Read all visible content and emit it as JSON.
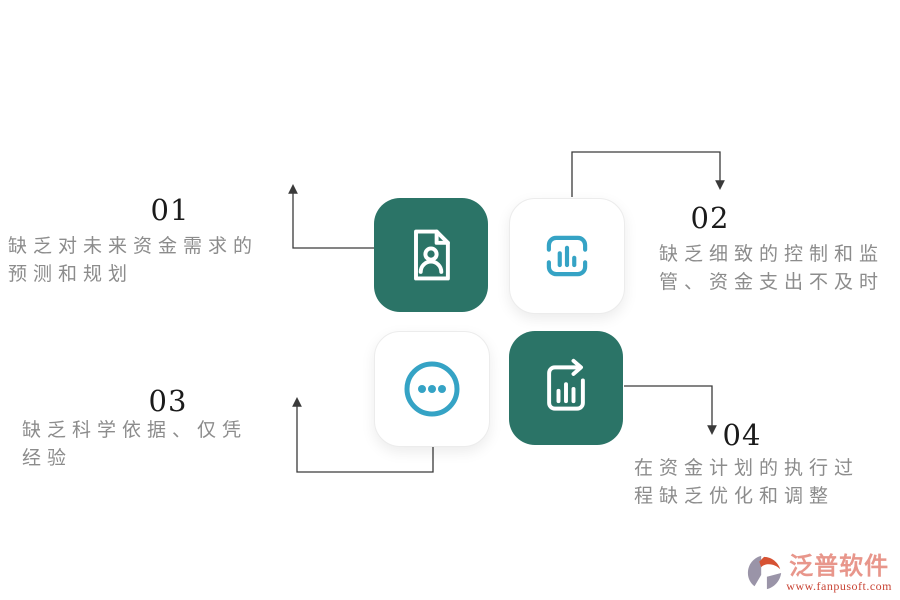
{
  "steps": [
    {
      "number": "01",
      "lines": [
        "缺乏对未来资金需求的",
        "预测和规划"
      ]
    },
    {
      "number": "02",
      "lines": [
        "缺乏细致的控制和监",
        "管、资金支出不及时"
      ]
    },
    {
      "number": "03",
      "lines": [
        "缺乏科学依据、仅凭",
        "经验"
      ]
    },
    {
      "number": "04",
      "lines": [
        "在资金计划的执行过",
        "程缺乏优化和调整"
      ]
    }
  ],
  "tiles": [
    {
      "icon": "document-user-icon",
      "style": "green"
    },
    {
      "icon": "scan-bar-chart-icon",
      "style": "white"
    },
    {
      "icon": "ellipsis-circle-icon",
      "style": "white"
    },
    {
      "icon": "chart-cycle-arrow-icon",
      "style": "green"
    }
  ],
  "logo": {
    "name": "泛普软件",
    "url": "www.fanpusoft.com"
  },
  "colors": {
    "tile_green": "#2b7467",
    "icon_blue": "#35a3c5",
    "text_gray": "#8c8c8c",
    "number_black": "#1b1b1b",
    "connector_line": "#3a3a3a",
    "logo_name": "#e8968b",
    "logo_url": "#c94536"
  }
}
